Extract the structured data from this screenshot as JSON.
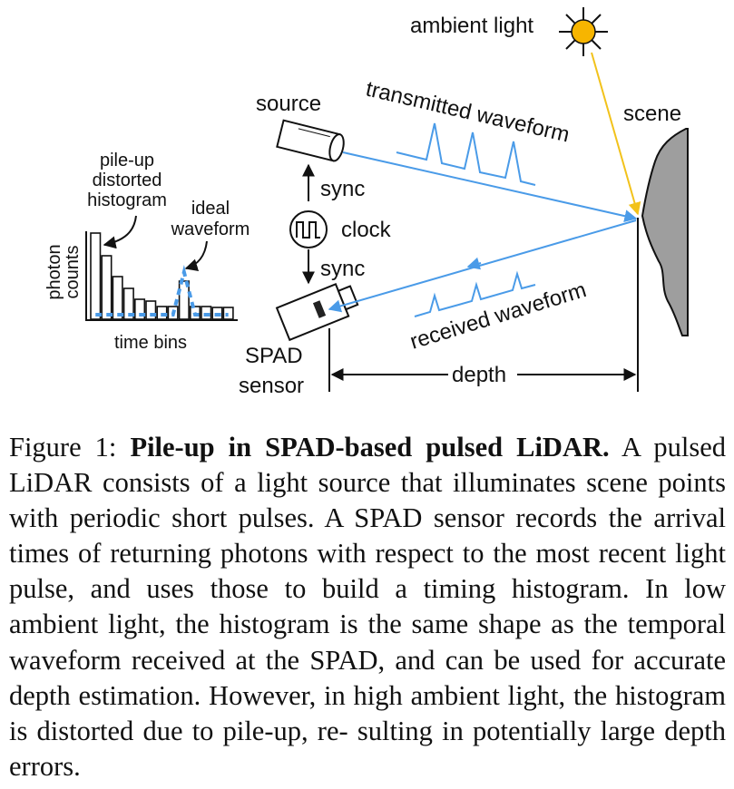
{
  "figure": {
    "labels": {
      "ambient_light": "ambient light",
      "source": "source",
      "transmitted_waveform": "transmitted waveform",
      "scene": "scene",
      "sync_top": "sync",
      "clock": "clock",
      "sync_bottom": "sync",
      "spad_line1": "SPAD",
      "spad_line2": "sensor",
      "received_waveform": "received waveform",
      "depth": "depth",
      "pileup_line1": "pile-up",
      "pileup_line2": "distorted",
      "pileup_line3": "histogram",
      "ideal_line1": "ideal",
      "ideal_line2": "waveform",
      "photon_line1": "photon",
      "photon_line2": "counts",
      "time_bins": "time bins"
    },
    "colors": {
      "beam": "#4a9be8",
      "ambient_ray": "#f2c21b",
      "sun": "#f7b500",
      "scene_fill": "#9e9e9e",
      "ink": "#111111"
    },
    "histogram": {
      "pileup_counts": [
        95,
        70,
        47,
        34,
        22,
        20,
        14,
        14,
        42,
        14,
        14,
        13,
        13
      ],
      "ideal_waveform_counts": [
        5,
        5,
        5,
        5,
        5,
        5,
        5,
        5,
        52,
        5,
        5,
        5,
        5
      ]
    }
  },
  "caption": {
    "label": "Figure 1:",
    "title": "Pile-up in SPAD-based pulsed LiDAR.",
    "line1": "A pulsed",
    "line2": "LiDAR consists of a light source that illuminates scene",
    "line3": "points with periodic short pulses.  A SPAD sensor records",
    "line4": "the arrival times of returning photons with respect to the",
    "line5": "most recent light pulse, and uses those to build a timing",
    "line6": "histogram. In low ambient light, the histogram is the same",
    "line7": "shape as the temporal waveform received at the SPAD, and",
    "line8": "can be used for accurate depth estimation. However, in high",
    "line9": "ambient light, the histogram is distorted due to pile-up, re-",
    "line10": "sulting in potentially large depth errors."
  }
}
